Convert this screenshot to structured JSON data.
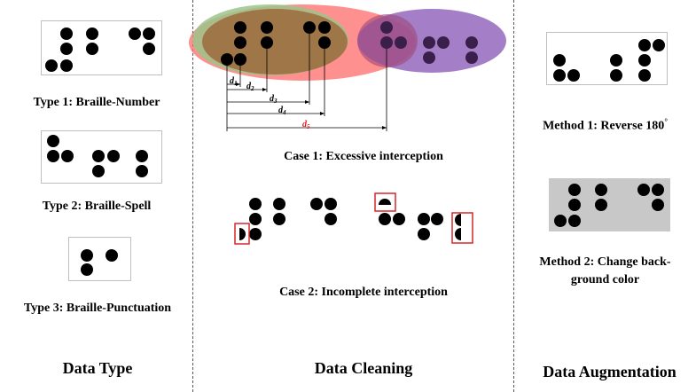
{
  "data_type": {
    "title": "Data Type",
    "types": [
      {
        "label": "Type 1: Braille-Number"
      },
      {
        "label": "Type 2: Braille-Spell"
      },
      {
        "label": "Type 3: Braille-Punctuation"
      }
    ]
  },
  "data_cleaning": {
    "title": "Data Cleaning",
    "case1": {
      "label": "Case 1: Excessive interception",
      "distances": [
        "d1",
        "d2",
        "d3",
        "d4",
        "d5"
      ],
      "highlight_color": "#e41a1c"
    },
    "case2": {
      "label": "Case 2: Incomplete interception",
      "box_color": "#d62728"
    },
    "ellipse_colors": {
      "red": "#ff6b6b",
      "green": "#8fbc6f",
      "purple": "#9b6fc7",
      "brown": "#8b5a2b"
    }
  },
  "data_augmentation": {
    "title": "Data Augmentation",
    "method1": {
      "label": "Method  1: Reverse 180",
      "suffix": "°"
    },
    "method2": {
      "line1": "Method  2: Change back-",
      "line2": "ground color",
      "bg_color": "#c8c8c8"
    }
  }
}
